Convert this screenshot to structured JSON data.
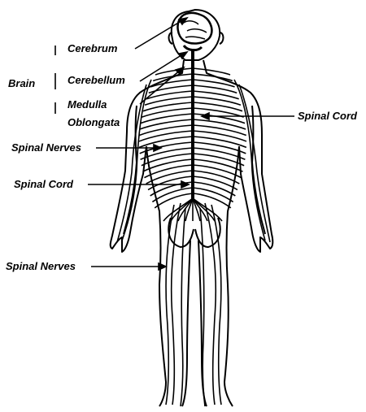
{
  "labels": {
    "brain": "Brain",
    "cerebrum": "Cerebrum",
    "cerebellum": "Cerebellum",
    "medulla_line1": "Medulla",
    "medulla_line2": "Oblongata",
    "spinal_cord_right": "Spinal Cord",
    "spinal_nerves_upper": "Spinal Nerves",
    "spinal_cord_left": "Spinal Cord",
    "spinal_nerves_lower": "Spinal Nerves"
  },
  "colors": {
    "ink": "#000000",
    "background": "#ffffff"
  }
}
